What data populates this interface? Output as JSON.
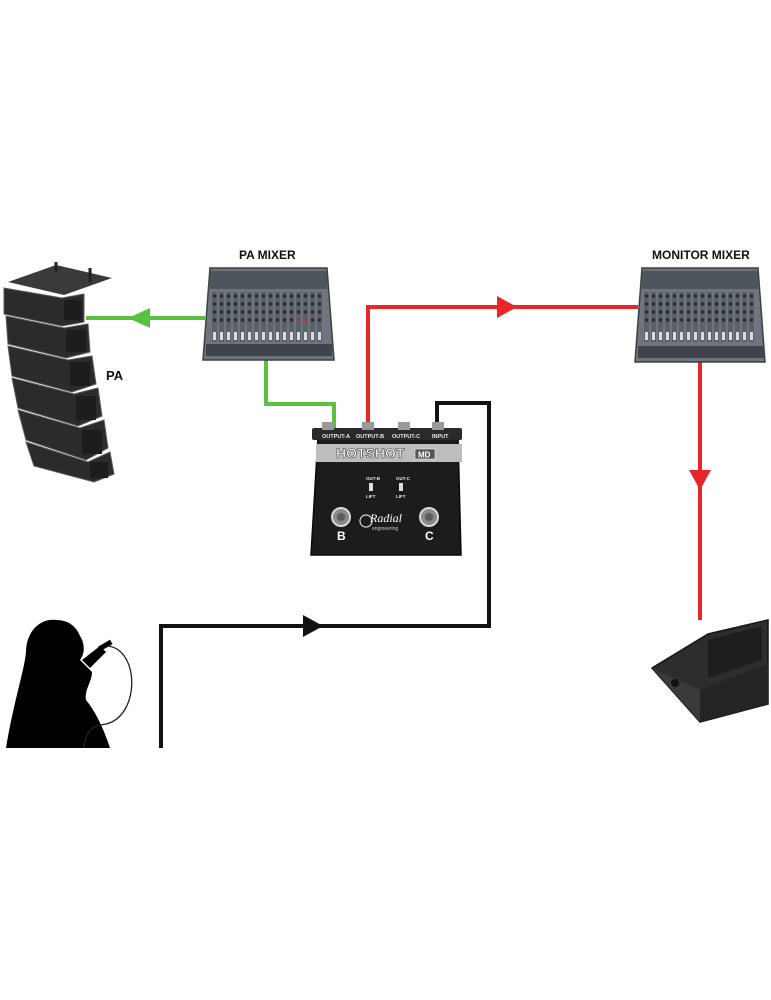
{
  "labels": {
    "pa_mixer": "PA MIXER",
    "monitor_mixer": "MONITOR MIXER",
    "pa": "PA"
  },
  "hotshot": {
    "brand_title": "HOTSHOT",
    "model": "MD",
    "output_a": "OUTPUT-A",
    "output_b": "OUTPUT-B",
    "output_c": "OUTPUT-C",
    "input": "INPUT",
    "out_b_switch": "OUT-B",
    "out_c_switch": "OUT-C",
    "lift_b": "LIFT",
    "lift_c": "LIFT",
    "button_b": "B",
    "button_c": "C",
    "maker": "Radial",
    "maker_sub": "engineering"
  },
  "colors": {
    "green_cable": "#5bbf3f",
    "red_cable": "#e8262a",
    "black_cable": "#111111"
  }
}
